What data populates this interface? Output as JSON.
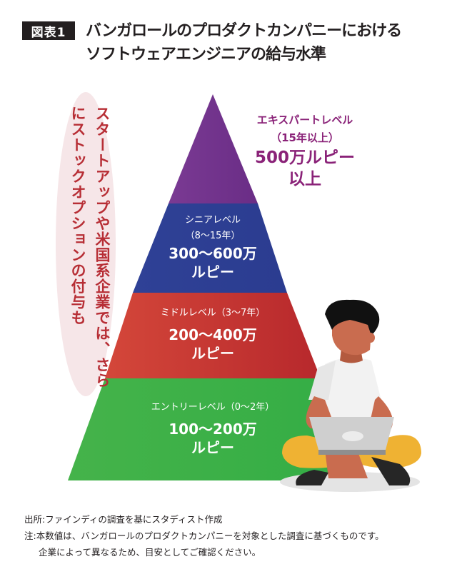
{
  "figure": {
    "badge": "図表1",
    "title_lines": [
      "バンガロールのプロダクトカンパニーにおける",
      "ソフトウェアエンジニアの給与水準"
    ]
  },
  "callout": {
    "text": "スタートアップや米国系企業では、さらにストックオプションの付与も"
  },
  "levels": [
    {
      "name": "エキスパートレベル",
      "years": "（15年以上）",
      "salary_line1": "500万ルピー",
      "salary_line2": "以上",
      "color": "#6f2f8c"
    },
    {
      "name": "シニアレベル",
      "years": "（8〜15年）",
      "salary_line1": "300〜600万",
      "salary_line2": "ルピー",
      "color": "#2e3f94"
    },
    {
      "name": "ミドルレベル（3〜7年）",
      "salary_line1": "200〜400万",
      "salary_line2": "ルピー",
      "color": "#c43130"
    },
    {
      "name": "エントリーレベル（0〜2年）",
      "salary_line1": "100〜200万",
      "salary_line2": "ルピー",
      "color": "#3aae46"
    }
  ],
  "notes": {
    "source": "出所:ファインディの調査を基にスタディスト作成",
    "note_line1": "注:本数値は、バンガロールのプロダクトカンパニーを対象とした調査に基づくものです。",
    "note_line2": "企業によって異なるため、目安としてご確認ください。"
  }
}
